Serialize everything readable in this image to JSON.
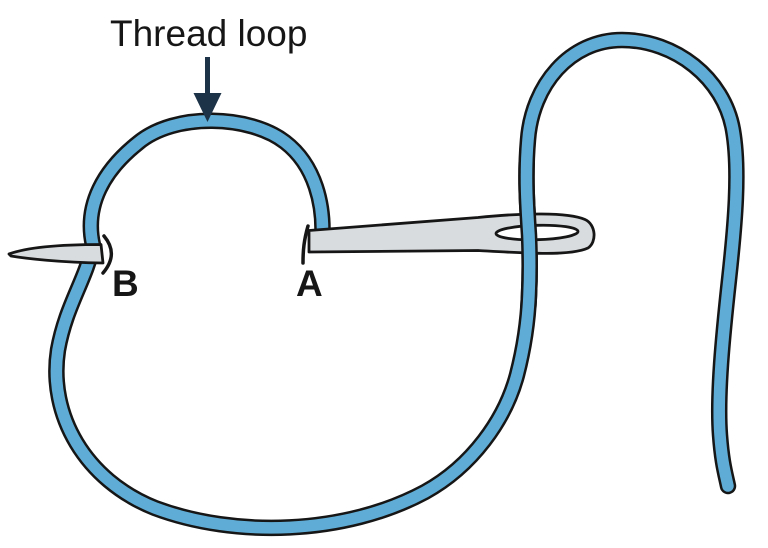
{
  "diagram": {
    "title": "Thread loop",
    "point_a_label": "A",
    "point_b_label": "B"
  },
  "colors": {
    "thread-fill": "#5fadd6",
    "outline": "#161616",
    "needle-fill": "#d9dcde",
    "arrow-color": "#1d3348",
    "text-color": "#161616",
    "background": "#ffffff"
  }
}
